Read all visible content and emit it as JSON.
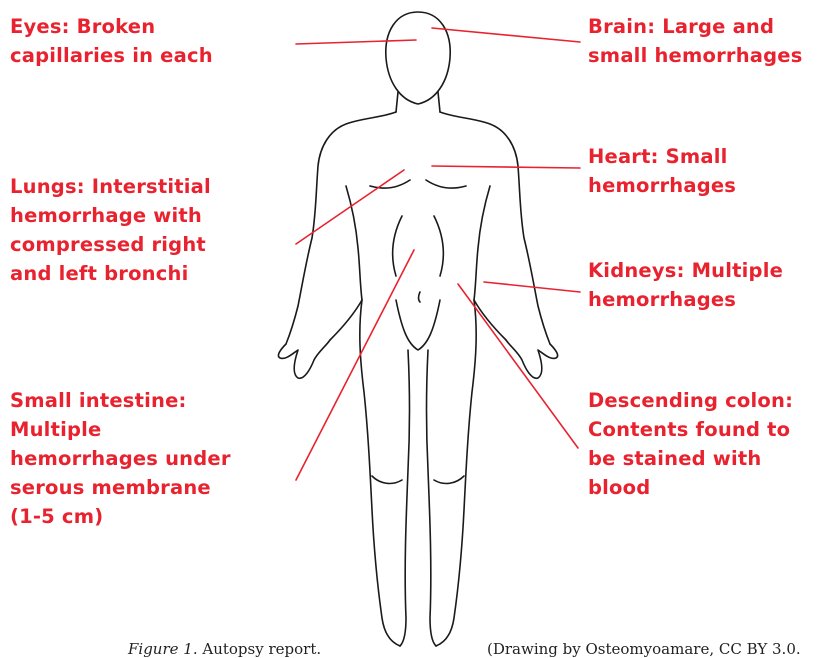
{
  "labels": {
    "eyes": [
      "Eyes: Broken",
      "capillaries in each"
    ],
    "brain": [
      "Brain: Large and",
      "small hemorrhages"
    ],
    "heart": [
      "Heart: Small",
      "hemorrhages"
    ],
    "lungs": [
      "Lungs: Interstitial",
      "hemorrhage with",
      "compressed right",
      "and left bronchi"
    ],
    "kidneys": [
      "Kidneys: Multiple",
      "hemorrhages"
    ],
    "intestine": [
      "Small intestine:",
      "Multiple",
      "hemorrhages under",
      "serous membrane",
      "(1-5 cm)"
    ],
    "colon": [
      "Descending colon:",
      "Contents found to",
      "be stained with",
      "blood"
    ]
  },
  "caption": {
    "figure_label": "Figure 1.",
    "figure_text": " Autopsy report.",
    "credit": "(Drawing by Osteomyoamare, CC BY 3.0."
  },
  "colors": {
    "annotation": "#e8232f",
    "outline": "#1a1a1a"
  }
}
